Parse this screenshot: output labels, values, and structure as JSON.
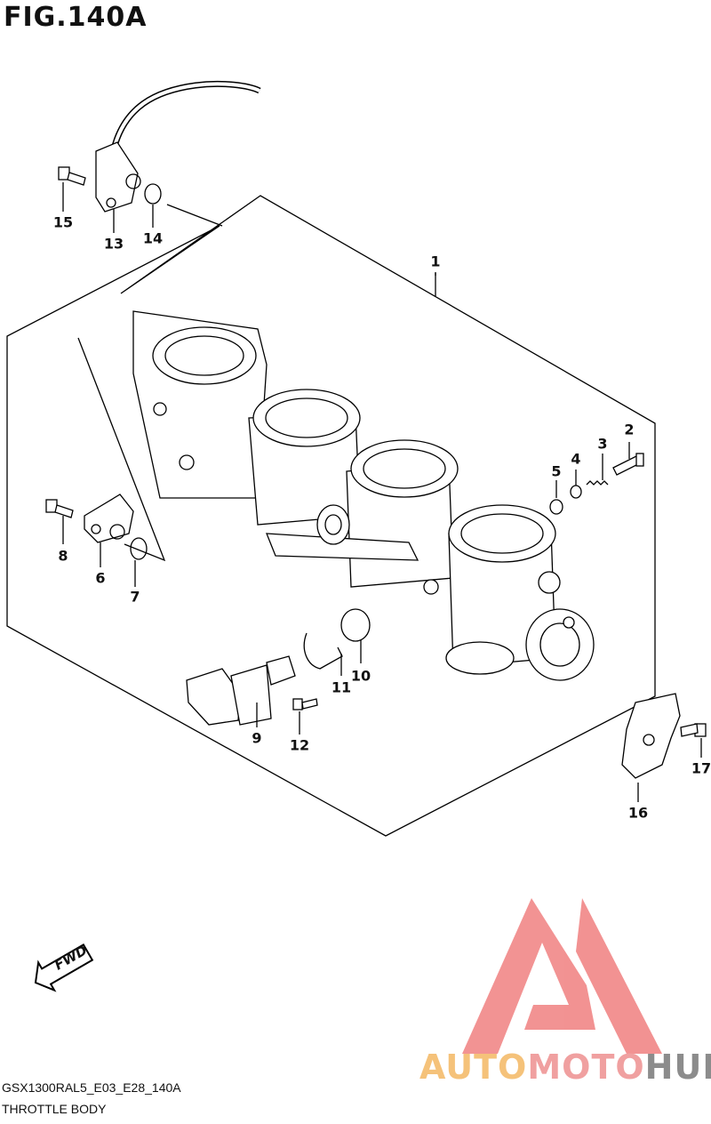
{
  "figure": {
    "title": "FIG.140A"
  },
  "footer": {
    "code": "GSX1300RAL5_E03_E28_140A",
    "caption": "THROTTLE BODY"
  },
  "fwd_label": "FWD",
  "watermark": {
    "part1": "AUTO",
    "part2": "MOTO",
    "part3": "HUB",
    "colors": {
      "auto": "#F5C27A",
      "moto": "#F0A0A0",
      "hub": "#8C8C8C",
      "triangle": "#F08080"
    }
  },
  "callouts": [
    {
      "id": "1",
      "label": "1"
    },
    {
      "id": "2",
      "label": "2"
    },
    {
      "id": "3",
      "label": "3"
    },
    {
      "id": "4",
      "label": "4"
    },
    {
      "id": "5",
      "label": "5"
    },
    {
      "id": "6",
      "label": "6"
    },
    {
      "id": "7",
      "label": "7"
    },
    {
      "id": "8",
      "label": "8"
    },
    {
      "id": "9",
      "label": "9"
    },
    {
      "id": "10",
      "label": "10"
    },
    {
      "id": "11",
      "label": "11"
    },
    {
      "id": "12",
      "label": "12"
    },
    {
      "id": "13",
      "label": "13"
    },
    {
      "id": "14",
      "label": "14"
    },
    {
      "id": "15",
      "label": "15"
    },
    {
      "id": "16",
      "label": "16"
    },
    {
      "id": "17",
      "label": "17"
    }
  ]
}
